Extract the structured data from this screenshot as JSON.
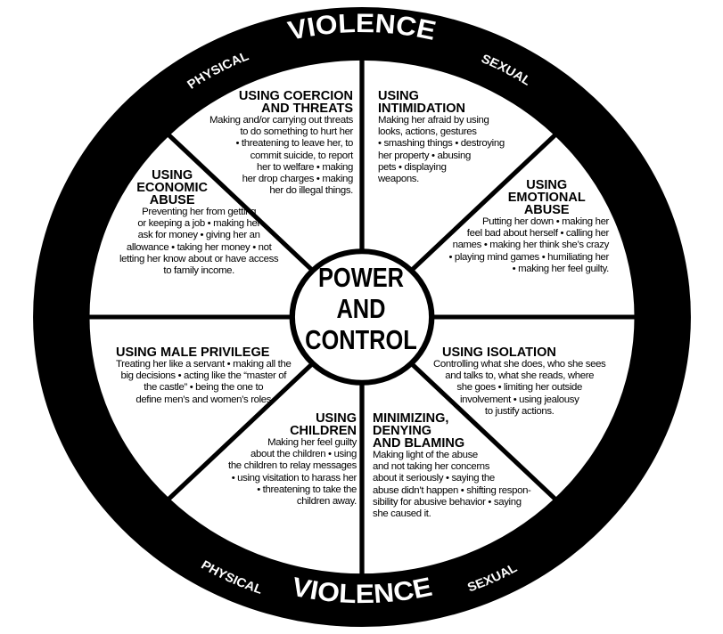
{
  "ring": {
    "top": {
      "left": "PHYSICAL",
      "center": "VIOLENCE",
      "right": "SEXUAL"
    },
    "bottom": {
      "left": "PHYSICAL",
      "center": "VIOLENCE",
      "right": "SEXUAL"
    }
  },
  "center": {
    "text": "POWER\nAND\nCONTROL"
  },
  "segments": {
    "coercion": {
      "title": "USING COERCION\nAND THREATS",
      "body": "Making and/or carrying out threats\nto do something to hurt her\n• threatening to leave her, to\ncommit suicide, to report\nher to welfare • making\nher drop charges • making\nher do illegal things."
    },
    "intimidation": {
      "title": "USING\nINTIMIDATION",
      "body": "Making her afraid by using\nlooks, actions, gestures\n• smashing things • destroying\nher property • abusing\npets • displaying\nweapons."
    },
    "emotional": {
      "title": "USING\nEMOTIONAL\nABUSE",
      "body": "Putting her down • making her\nfeel bad about herself • calling her\nnames • making her think she’s crazy\n• playing mind games • humiliating her\n• making her feel guilty."
    },
    "isolation": {
      "title": "USING ISOLATION",
      "body": "Controlling what she does, who she sees\nand talks to, what she reads, where\nshe goes • limiting her outside\ninvolvement • using jealousy\nto justify actions."
    },
    "minimizing": {
      "title": "MINIMIZING,\nDENYING\nAND BLAMING",
      "body": "Making light of the abuse\nand not taking her concerns\nabout it seriously • saying the\nabuse didn’t happen • shifting respon-\nsibility for abusive behavior • saying\nshe caused it."
    },
    "children": {
      "title": "USING\nCHILDREN",
      "body": "Making her feel guilty\nabout the children • using\nthe children to relay messages\n• using visitation to harass her\n• threatening to take the\nchildren away."
    },
    "male_privilege": {
      "title": "USING MALE PRIVILEGE",
      "body": "Treating her like a servant • making all the\nbig decisions • acting like the “master of\nthe castle”  • being the one to\ndefine men’s and women’s roles"
    },
    "economic": {
      "title": "USING\nECONOMIC\nABUSE",
      "body": "Preventing her from getting\nor keeping a job • making her\nask for money • giving her an\nallowance • taking her money • not\nletting her know about or have access\nto family income."
    }
  },
  "colors": {
    "ring": "#000000",
    "background": "#ffffff",
    "ring_text": "#ffffff"
  }
}
